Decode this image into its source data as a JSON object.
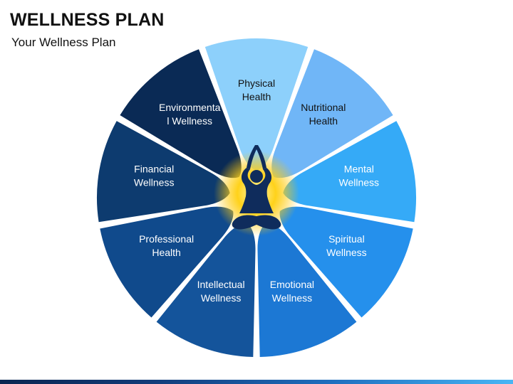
{
  "header": {
    "title": "WELLNESS PLAN",
    "subtitle": "Your Wellness Plan"
  },
  "wheel": {
    "segments": [
      {
        "lines": [
          "Physical",
          "Health"
        ],
        "color": "#8dd0fb",
        "text_color": "#111111"
      },
      {
        "lines": [
          "Nutritional",
          "Health"
        ],
        "color": "#70b6f7",
        "text_color": "#111111"
      },
      {
        "lines": [
          "Mental",
          "Wellness"
        ],
        "color": "#35aaf7",
        "text_color": "#ffffff"
      },
      {
        "lines": [
          "Spiritual",
          "Wellness"
        ],
        "color": "#2590ec",
        "text_color": "#ffffff"
      },
      {
        "lines": [
          "Emotional",
          "Wellness"
        ],
        "color": "#1c78d4",
        "text_color": "#ffffff"
      },
      {
        "lines": [
          "Intellectual",
          "Wellness"
        ],
        "color": "#14549b",
        "text_color": "#ffffff"
      },
      {
        "lines": [
          "Professional",
          "Health"
        ],
        "color": "#104a8c",
        "text_color": "#ffffff"
      },
      {
        "lines": [
          "Financial",
          "Wellness"
        ],
        "color": "#0d3b6f",
        "text_color": "#ffffff"
      },
      {
        "lines": [
          "Environmenta",
          "l Wellness"
        ],
        "color": "#0a2a55",
        "text_color": "#ffffff"
      }
    ],
    "center": {
      "icon": "yoga-meditation-icon",
      "glow_color": "#ffd21a",
      "figure_color": "#0f2c5c"
    }
  }
}
